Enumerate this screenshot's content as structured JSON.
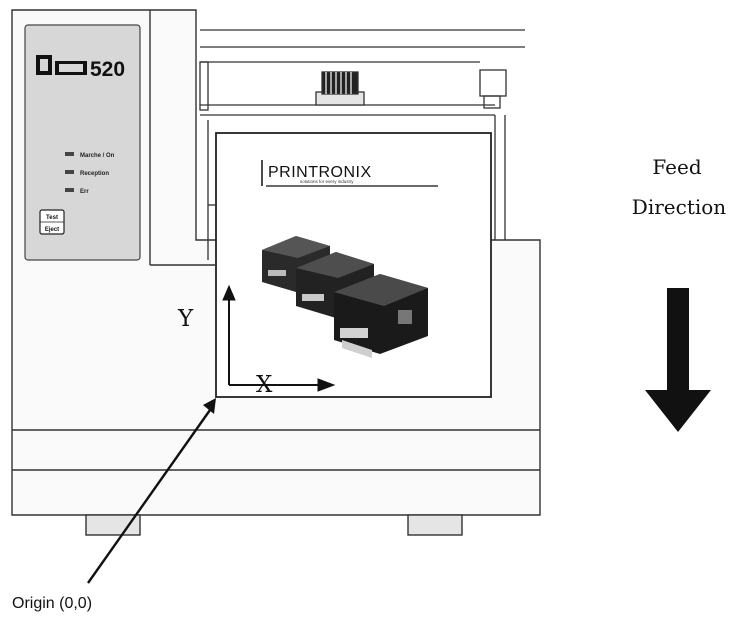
{
  "printer": {
    "model": "520",
    "indicators": [
      {
        "label": "Marche / On"
      },
      {
        "label": "Reception"
      },
      {
        "label": "Err"
      }
    ],
    "button": {
      "line1": "Test",
      "line2": "Eject"
    }
  },
  "label": {
    "brand": "PRINTRONIX",
    "tagline": "solutions for every industry"
  },
  "axes": {
    "y_label": "Y",
    "x_label": "X"
  },
  "feed": {
    "line1": "Feed",
    "line2": "Direction"
  },
  "origin": {
    "label": "Origin (0,0)"
  },
  "colors": {
    "ink": "#111111",
    "panel": "#d7d7d7",
    "body": "#f4f4f4"
  }
}
